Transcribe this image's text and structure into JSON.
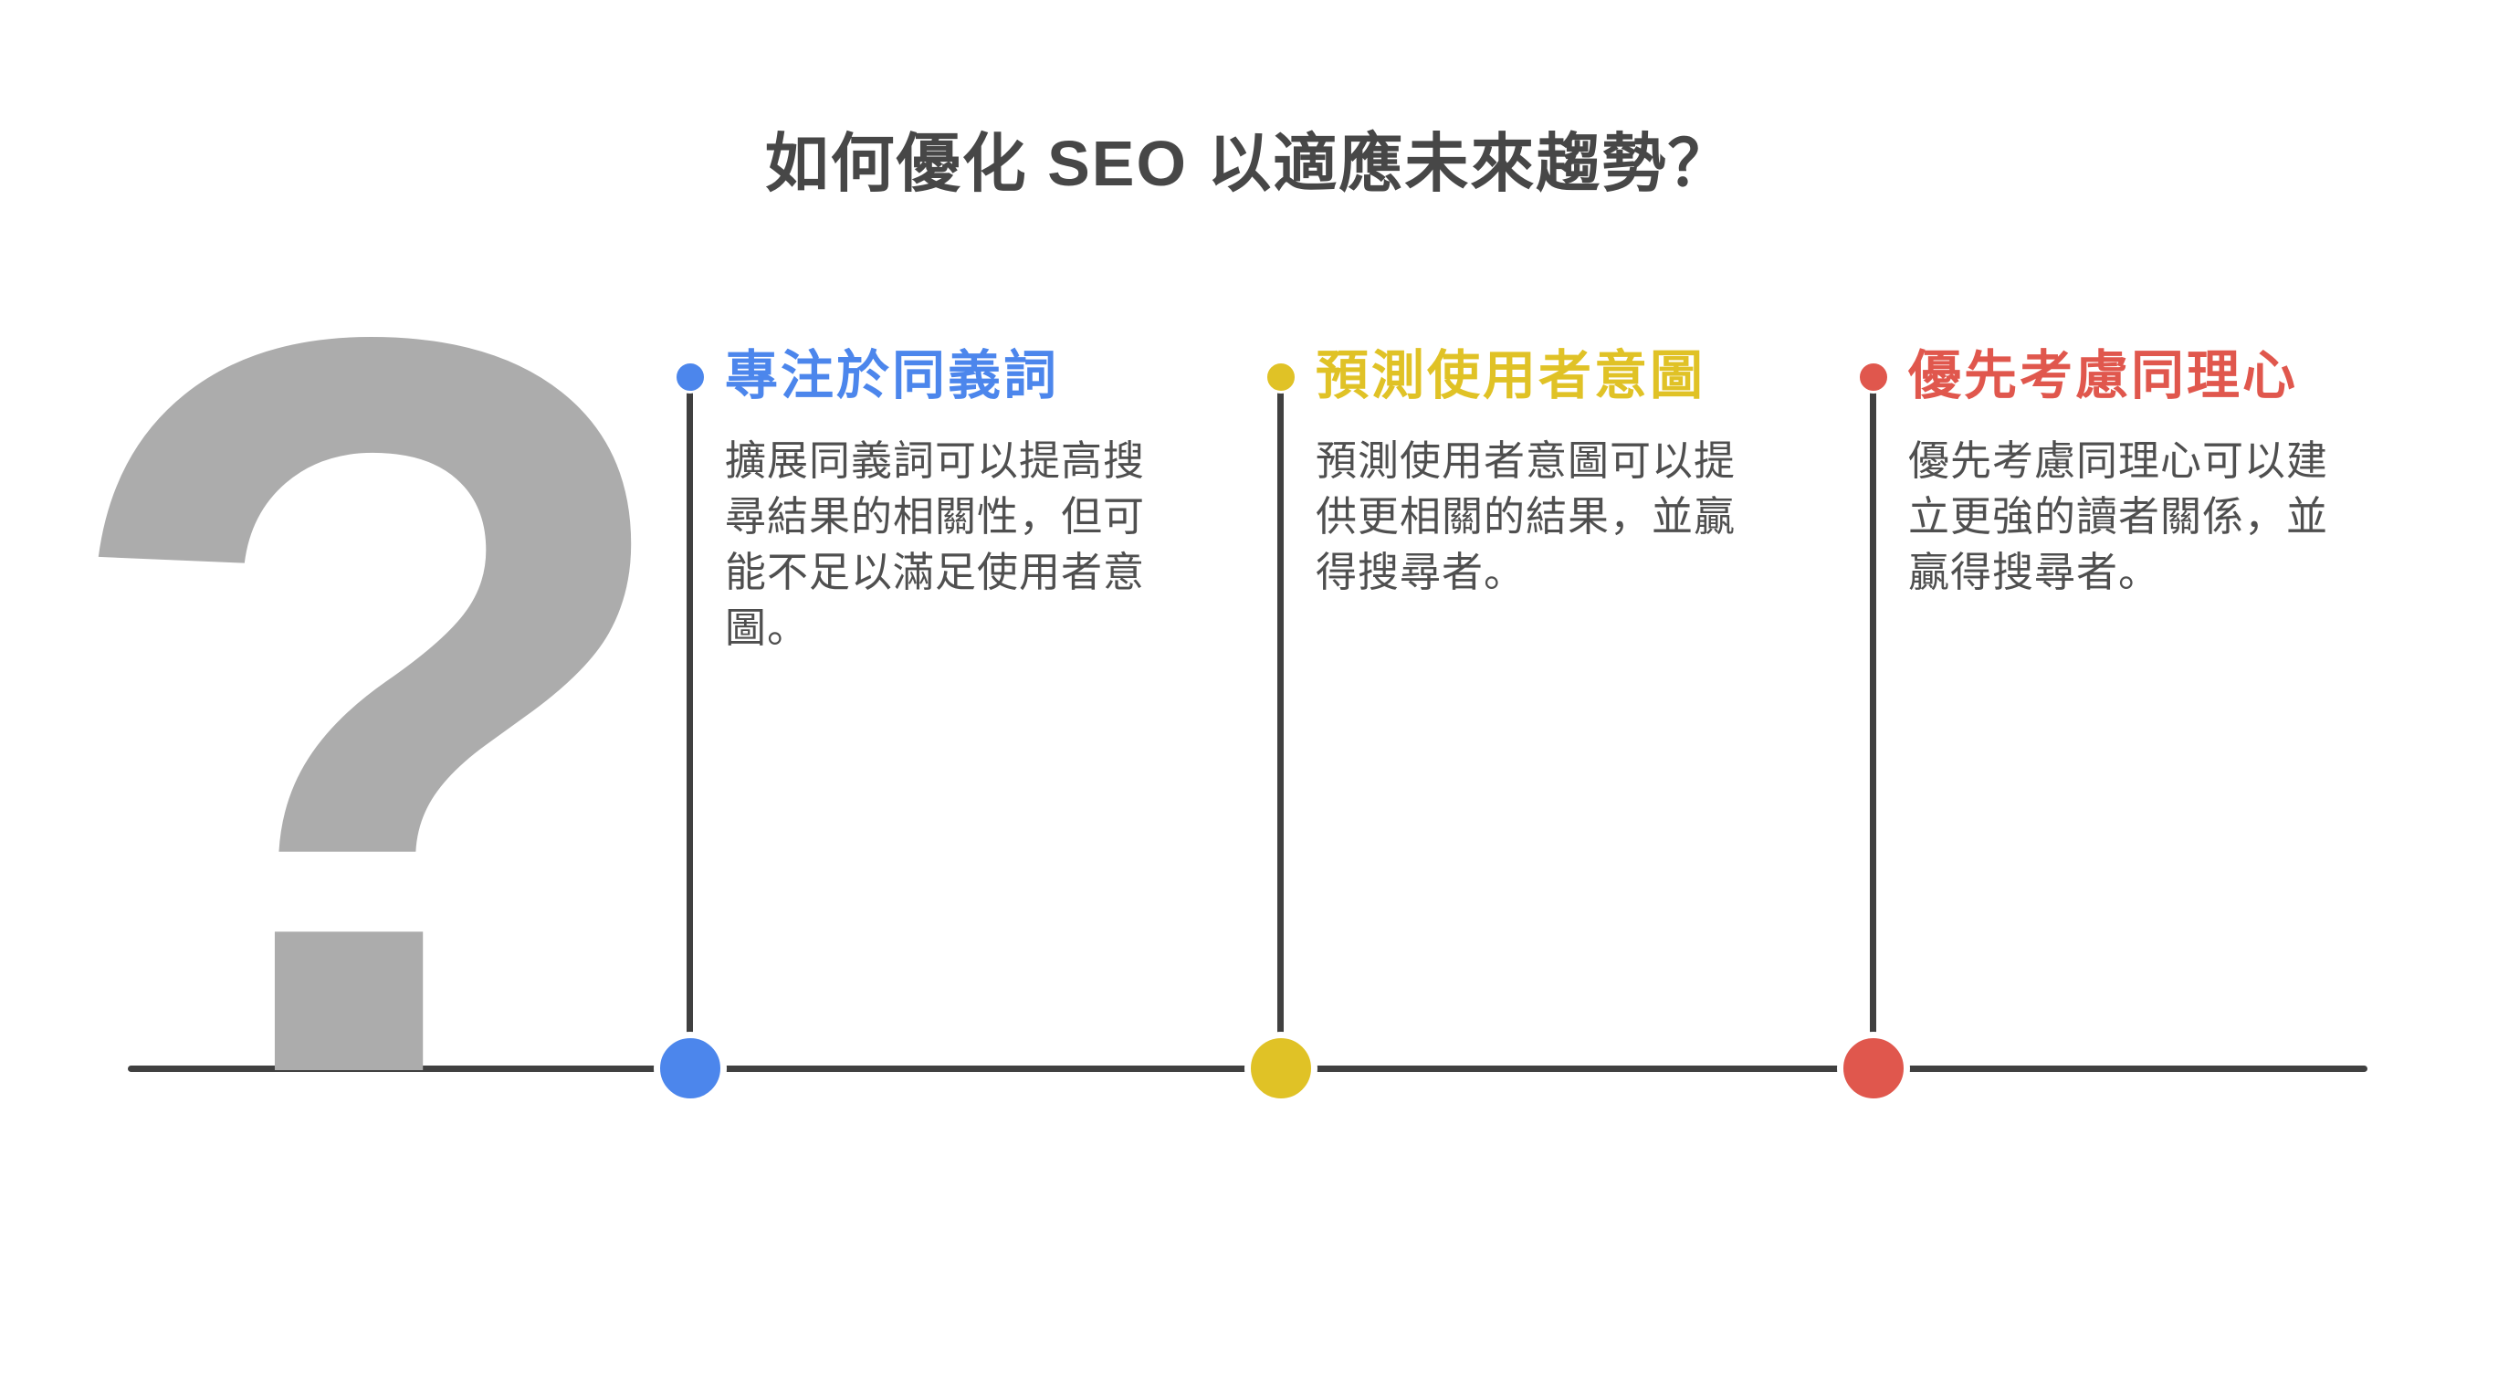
{
  "title": "如何優化 SEO 以適應未來趨勢？",
  "decoration": {
    "glyph": "?",
    "color": "#ACACAC"
  },
  "timeline": {
    "line_color": "#404040"
  },
  "items": [
    {
      "heading": "專注於同義詞",
      "body": "擴展同義詞可以提高搜尋結果的相關性，但可能不足以滿足使用者意圖。",
      "accent_color": "#4C86EC"
    },
    {
      "heading": "預測使用者意圖",
      "body": "預測使用者意圖可以提供更相關的結果，並贏得搜尋者。",
      "accent_color": "#E0C226"
    },
    {
      "heading": "優先考慮同理心",
      "body": "優先考慮同理心可以建立更強的讀者關係，並贏得搜尋者。",
      "accent_color": "#E0574D"
    }
  ]
}
